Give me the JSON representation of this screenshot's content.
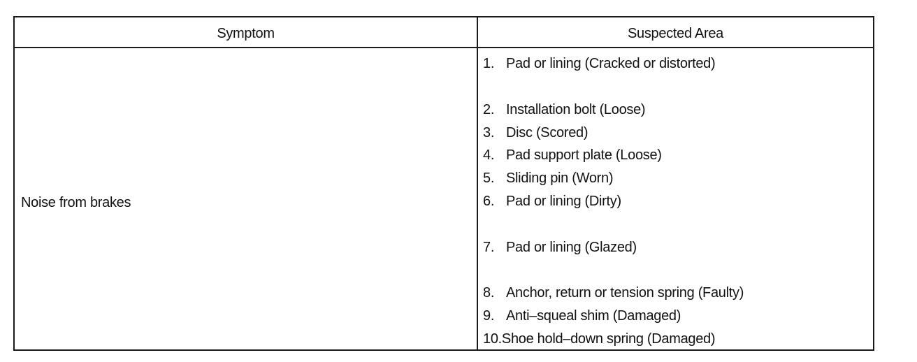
{
  "table": {
    "headers": {
      "symptom": "Symptom",
      "suspected_area": "Suspected Area"
    },
    "rows": [
      {
        "symptom": "Noise from brakes",
        "suspected_areas": [
          {
            "num": "1.",
            "text": "Pad or lining (Cracked or distorted)"
          },
          {
            "num": "2.",
            "text": "Installation bolt (Loose)"
          },
          {
            "num": "3.",
            "text": "Disc (Scored)"
          },
          {
            "num": "4.",
            "text": "Pad support plate (Loose)"
          },
          {
            "num": "5.",
            "text": "Sliding pin (Worn)"
          },
          {
            "num": "6.",
            "text": "Pad or lining (Dirty)"
          },
          {
            "num": "7.",
            "text": "Pad or lining (Glazed)"
          },
          {
            "num": "8.",
            "text": "Anchor, return or tension spring (Faulty)"
          },
          {
            "num": "9.",
            "text": "Anti–squeal shim (Damaged)"
          },
          {
            "num": "10.",
            "text": "Shoe hold–down spring (Damaged)"
          }
        ]
      }
    ]
  }
}
